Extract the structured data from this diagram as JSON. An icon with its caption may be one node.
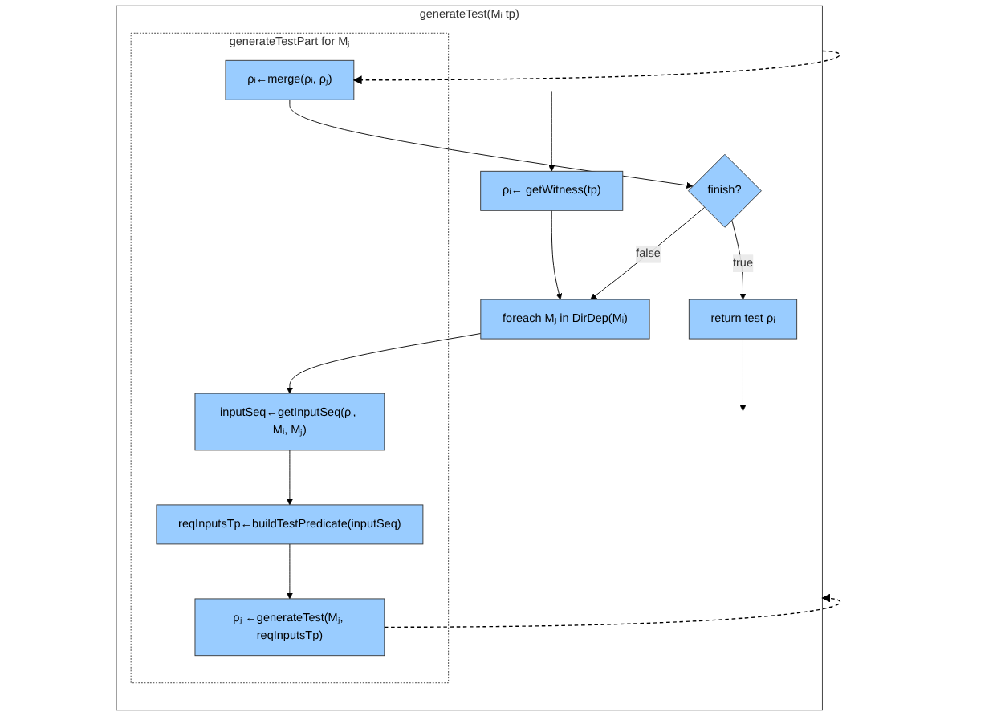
{
  "diagram": {
    "nodes": [
      {
        "text": [
          "generateTest(Mᵢ tp)"
        ]
      },
      {
        "text": [
          "ρᵢ← getWitness(tp)"
        ],
        "in": 0
      },
      {
        "text": [
          "foreach Mⱼ in DirDep(Mᵢ)"
        ],
        "in": 0
      },
      {
        "text": [
          "finish?"
        ],
        "in": 0
      },
      {
        "text": [
          "return test ρᵢ"
        ],
        "in": 0
      },
      {
        "text": [
          "generateTestPart for Mⱼ"
        ],
        "in": 0
      },
      {
        "text": [
          "inputSeq←getInputSeq(ρᵢ, Mᵢ, Mⱼ)"
        ],
        "in": 5
      },
      {
        "text": [
          "reqInputsTp←buildTestPredicate(inputSeq)"
        ],
        "in": 5
      },
      {
        "text": [
          "ρⱼ ←generateTest(Mⱼ, reqInputsTp)"
        ],
        "in": 5
      },
      {
        "text": [
          "ρᵢ←merge(ρᵢ, ρⱼ)"
        ],
        "in": 5
      }
    ],
    "edges": [
      {
        "from": null,
        "to": 1,
        "arrow": "to"
      },
      {
        "from": 1,
        "to": 2,
        "arrow": "to"
      },
      {
        "from": 2,
        "to": 6,
        "arrow": "to"
      },
      {
        "from": 6,
        "to": 7,
        "arrow": "to"
      },
      {
        "from": 7,
        "to": 8,
        "arrow": "to"
      },
      {
        "from": 8,
        "to": 0,
        "arrow": "to",
        "style": "dashed"
      },
      {
        "from": 0,
        "to": 9,
        "arrow": "to",
        "style": "dashed"
      },
      {
        "from": 9,
        "to": 3,
        "arrow": "to"
      },
      {
        "from": 3,
        "to": 2,
        "label": "false",
        "arrow": "to"
      },
      {
        "from": 3,
        "to": 4,
        "label": "true",
        "arrow": "to"
      },
      {
        "from": 4,
        "to": null,
        "arrow": "to"
      }
    ]
  }
}
